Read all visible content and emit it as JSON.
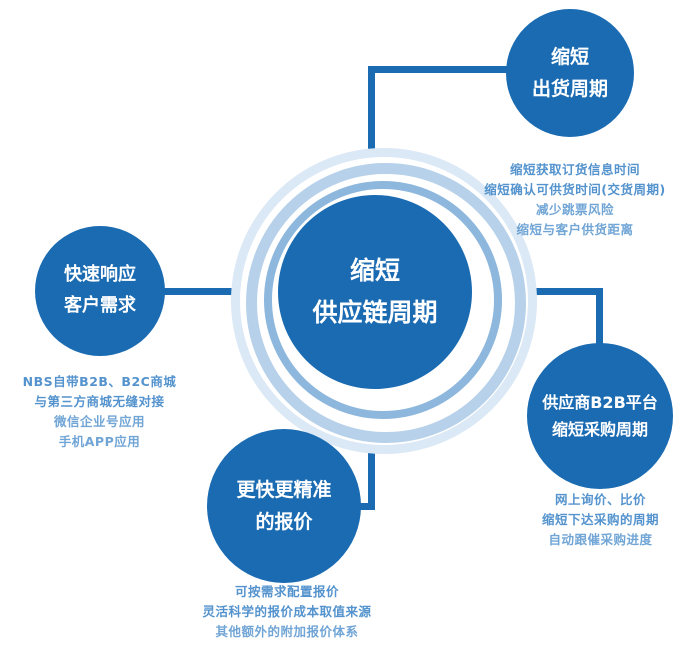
{
  "diagram_title": "缩短供应链周期",
  "colors": {
    "primary_blue": "#1a6bb2",
    "ring_inner": "#8db7dd",
    "ring_mid": "#b7d1ea",
    "ring_outer": "#dbe8f5",
    "note_text": "#4288c8",
    "background": "#ffffff"
  },
  "center": {
    "title": [
      "缩短",
      "供应链周期"
    ]
  },
  "nodes": {
    "shipping": {
      "title": [
        "缩短",
        "出货周期"
      ],
      "notes": [
        "缩短获取订货信息时间",
        "缩短确认可供货时间(交货周期)",
        "减少跳票风险",
        "缩短与客户供货距离"
      ]
    },
    "response": {
      "title": [
        "快速响应",
        "客户需求"
      ],
      "notes": [
        "NBS自带B2B、B2C商城",
        "与第三方商城无缝对接",
        "微信企业号应用",
        "手机APP应用"
      ]
    },
    "quote": {
      "title": [
        "更快更精准",
        "的报价"
      ],
      "notes": [
        "可按需求配置报价",
        "灵活科学的报价成本取值来源",
        "其他额外的附加报价体系"
      ]
    },
    "procurement": {
      "title": [
        "供应商B2B平台",
        "缩短采购周期"
      ],
      "notes": [
        "网上询价、比价",
        "缩短下达采购的周期",
        "自动跟催采购进度"
      ]
    }
  }
}
